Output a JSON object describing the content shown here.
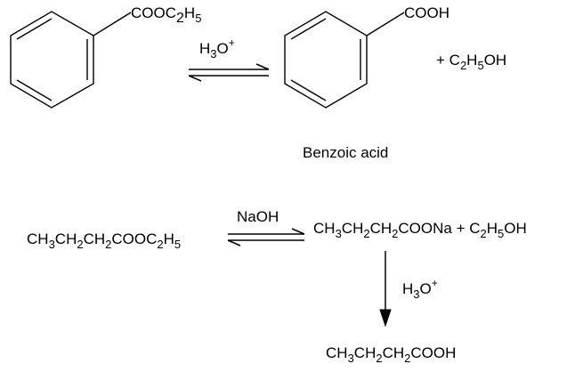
{
  "reaction1": {
    "reactant_substituent": {
      "main": "COOC",
      "sub1": "2",
      "mid": "H",
      "sub2": "5"
    },
    "reagent": {
      "main": "H",
      "sub": "3",
      "tail": "O",
      "sup": "+"
    },
    "product_substituent": "COOH",
    "byproduct": {
      "prefix": "+ C",
      "sub1": "2",
      "mid": "H",
      "sub2": "5",
      "tail": "OH"
    },
    "product_name": "Benzoic acid"
  },
  "reaction2": {
    "reactant": {
      "p1": "CH",
      "s1": "3",
      "p2": "CH",
      "s2": "2",
      "p3": "CH",
      "s3": "2",
      "p4": "COOC",
      "s4": "2",
      "p5": "H",
      "s5": "5"
    },
    "reagent": "NaOH",
    "product": {
      "p1": "CH",
      "s1": "3",
      "p2": "CH",
      "s2": "2",
      "p3": "CH",
      "s3": "2",
      "p4": "COONa + C",
      "s4": "2",
      "p5": "H",
      "s5": "5",
      "p6": "OH"
    },
    "acid_reagent": {
      "main": "H",
      "sub": "3",
      "tail": "O",
      "sup": "+"
    },
    "final_product": {
      "p1": "CH",
      "s1": "3",
      "p2": "CH",
      "s2": "2",
      "p3": "CH",
      "s3": "2",
      "p4": "COOH"
    }
  }
}
